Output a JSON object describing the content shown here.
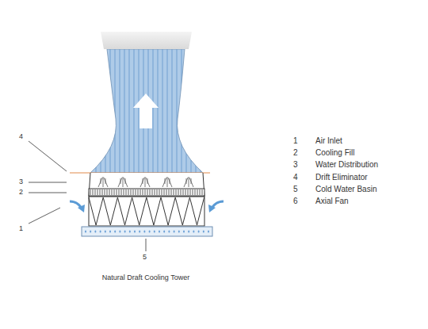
{
  "diagram": {
    "caption": "Natural Draft Cooling Tower",
    "labels": [
      "4",
      "3",
      "2",
      "1",
      "5",
      "1",
      "Air Inlet",
      "2",
      "Cooling Fill",
      "3",
      "Water Distribution",
      "4",
      "Drift Eliminator",
      "5",
      "Cold Water Basin",
      "6",
      "Axial Fan"
    ]
  }
}
